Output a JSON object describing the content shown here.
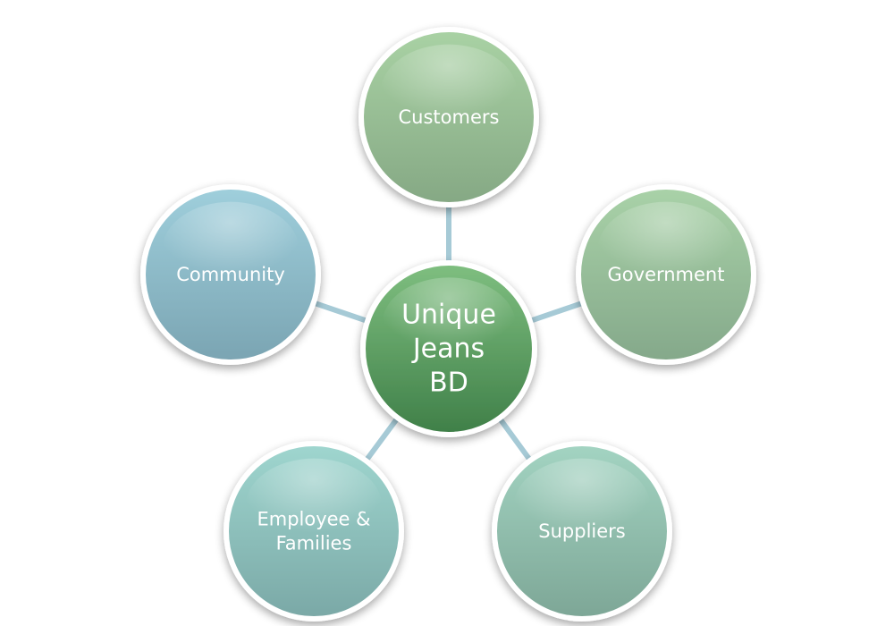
{
  "center": {
    "lines": [
      "Unique",
      "Jeans",
      "BD"
    ],
    "color_top": "#7fbf80",
    "color_bottom": "#3f7f48"
  },
  "nodes": [
    {
      "id": "customers",
      "lines": [
        "Customers"
      ],
      "color_top": "#a9d2a4",
      "color_bottom": "#85a884"
    },
    {
      "id": "government",
      "lines": [
        "Government"
      ],
      "color_top": "#a9d2a8",
      "color_bottom": "#84a88a"
    },
    {
      "id": "suppliers",
      "lines": [
        "Suppliers"
      ],
      "color_top": "#a3d4c2",
      "color_bottom": "#7da696"
    },
    {
      "id": "employees",
      "lines": [
        "Employee &",
        "Families"
      ],
      "color_top": "#9fd6cf",
      "color_bottom": "#7aa8a6"
    },
    {
      "id": "community",
      "lines": [
        "Community"
      ],
      "color_top": "#9fcfdc",
      "color_bottom": "#7aa4b2"
    }
  ],
  "connector_color": "#a6cad6"
}
